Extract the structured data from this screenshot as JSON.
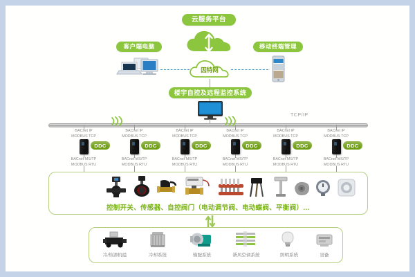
{
  "diagram": {
    "title": "楼宇自控及远程监控系统架构图",
    "colors": {
      "accent_green": "#8cc63f",
      "dark_green": "#6f9e14",
      "caption_green": "#7ab317",
      "panel_border": "#b5cf7e",
      "bus_gray": "#9e9e9e",
      "dash_blue": "#4aa3c8",
      "page_border": "#c5d3e8",
      "canvas": "#fffffd"
    }
  },
  "cloud_layer": {
    "platform_label": "云服务平台",
    "internet_label": "因特网",
    "client_label": "客户端电脑",
    "mobile_label": "移动终端管理"
  },
  "system": {
    "title_label": "楼宇自控及远程监控系统",
    "network_label": "TCP/IP"
  },
  "ddc_row": {
    "upper_protocol": "BACnet IP\nMODBUS TCP",
    "upper_protocol_line1": "BACnet IP",
    "upper_protocol_line2": "MODBUS TCP",
    "lower_protocol_line1": "BACnet MS/TP",
    "lower_protocol_line2": "MODBUS RTU",
    "badge_label": "DDC",
    "units": [
      {
        "badge": "DDC"
      },
      {
        "badge": "DDC"
      },
      {
        "badge": "DDC"
      },
      {
        "badge": "DDC"
      },
      {
        "badge": "DDC"
      },
      {
        "badge": "DDC"
      }
    ]
  },
  "field_panel": {
    "caption": "控制开关、传感器、自控阀门（电动调节阀、电动蝶阀、平衡阀）…",
    "devices": [
      {
        "name": "电动调节阀"
      },
      {
        "name": "电动蝶阀"
      },
      {
        "name": "电磁阀"
      },
      {
        "name": "电动二通阀"
      },
      {
        "name": "分集水器"
      },
      {
        "name": "温度传感器"
      },
      {
        "name": "压差传感器"
      },
      {
        "name": "风阀执行器"
      },
      {
        "name": "压力表"
      },
      {
        "name": "室内温控器"
      }
    ]
  },
  "equipment_panel": {
    "items": [
      {
        "label": "冷/热源机组"
      },
      {
        "label": "冷却系统"
      },
      {
        "label": "输配系统"
      },
      {
        "label": "新风空调系统"
      },
      {
        "label": "照明系统"
      },
      {
        "label": "设备"
      }
    ]
  }
}
